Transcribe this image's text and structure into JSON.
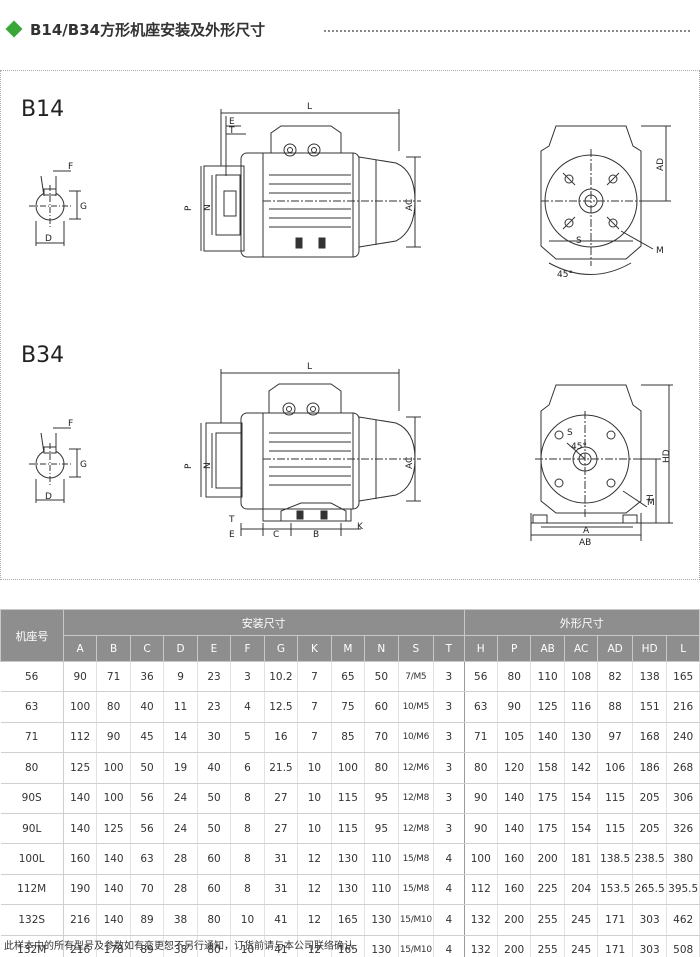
{
  "header": {
    "title": "B14/B34方形机座安装及外形尺寸"
  },
  "drawings": {
    "b14_label": "B14",
    "b34_label": "B34",
    "shaft_labels": {
      "F": "F",
      "G": "G",
      "D": "D"
    },
    "dim_labels": {
      "L": "L",
      "E": "E",
      "T": "T",
      "P": "P",
      "N": "N",
      "AC": "AC",
      "AD": "AD",
      "S": "S",
      "M": "M",
      "angle": "45°",
      "C": "C",
      "B": "B",
      "K": "K",
      "H": "H",
      "HD": "HD",
      "A": "A",
      "AB": "AB"
    }
  },
  "table": {
    "row_header": "机座号",
    "group_install": "安装尺寸",
    "group_outline": "外形尺寸",
    "install_cols": [
      "A",
      "B",
      "C",
      "D",
      "E",
      "F",
      "G",
      "K",
      "M",
      "N",
      "S",
      "T"
    ],
    "outline_cols": [
      "H",
      "P",
      "AB",
      "AC",
      "AD",
      "HD",
      "L"
    ],
    "rows": [
      {
        "frame": "56",
        "install": [
          "90",
          "71",
          "36",
          "9",
          "23",
          "3",
          "10.2",
          "7",
          "65",
          "50",
          "7/M5",
          "3"
        ],
        "outline": [
          "56",
          "80",
          "110",
          "108",
          "82",
          "138",
          "165"
        ]
      },
      {
        "frame": "63",
        "install": [
          "100",
          "80",
          "40",
          "11",
          "23",
          "4",
          "12.5",
          "7",
          "75",
          "60",
          "10/M5",
          "3"
        ],
        "outline": [
          "63",
          "90",
          "125",
          "116",
          "88",
          "151",
          "216"
        ]
      },
      {
        "frame": "71",
        "install": [
          "112",
          "90",
          "45",
          "14",
          "30",
          "5",
          "16",
          "7",
          "85",
          "70",
          "10/M6",
          "3"
        ],
        "outline": [
          "71",
          "105",
          "140",
          "130",
          "97",
          "168",
          "240"
        ]
      },
      {
        "frame": "80",
        "install": [
          "125",
          "100",
          "50",
          "19",
          "40",
          "6",
          "21.5",
          "10",
          "100",
          "80",
          "12/M6",
          "3"
        ],
        "outline": [
          "80",
          "120",
          "158",
          "142",
          "106",
          "186",
          "268"
        ]
      },
      {
        "frame": "90S",
        "install": [
          "140",
          "100",
          "56",
          "24",
          "50",
          "8",
          "27",
          "10",
          "115",
          "95",
          "12/M8",
          "3"
        ],
        "outline": [
          "90",
          "140",
          "175",
          "154",
          "115",
          "205",
          "306"
        ]
      },
      {
        "frame": "90L",
        "install": [
          "140",
          "125",
          "56",
          "24",
          "50",
          "8",
          "27",
          "10",
          "115",
          "95",
          "12/M8",
          "3"
        ],
        "outline": [
          "90",
          "140",
          "175",
          "154",
          "115",
          "205",
          "326"
        ]
      },
      {
        "frame": "100L",
        "install": [
          "160",
          "140",
          "63",
          "28",
          "60",
          "8",
          "31",
          "12",
          "130",
          "110",
          "15/M8",
          "4"
        ],
        "outline": [
          "100",
          "160",
          "200",
          "181",
          "138.5",
          "238.5",
          "380"
        ]
      },
      {
        "frame": "112M",
        "install": [
          "190",
          "140",
          "70",
          "28",
          "60",
          "8",
          "31",
          "12",
          "130",
          "110",
          "15/M8",
          "4"
        ],
        "outline": [
          "112",
          "160",
          "225",
          "204",
          "153.5",
          "265.5",
          "395.5"
        ]
      },
      {
        "frame": "132S",
        "install": [
          "216",
          "140",
          "89",
          "38",
          "80",
          "10",
          "41",
          "12",
          "165",
          "130",
          "15/M10",
          "4"
        ],
        "outline": [
          "132",
          "200",
          "255",
          "245",
          "171",
          "303",
          "462"
        ]
      },
      {
        "frame": "132M",
        "install": [
          "216",
          "178",
          "89",
          "38",
          "80",
          "10",
          "41",
          "12",
          "165",
          "130",
          "15/M10",
          "4"
        ],
        "outline": [
          "132",
          "200",
          "255",
          "245",
          "171",
          "303",
          "508"
        ]
      }
    ]
  },
  "footnote": "此样本中的所有型号及参数如有变更恕不另行通知，订货前请与本公司联络确认",
  "colors": {
    "accent": "#3aa63a",
    "table_header": "#8e8e8e"
  }
}
